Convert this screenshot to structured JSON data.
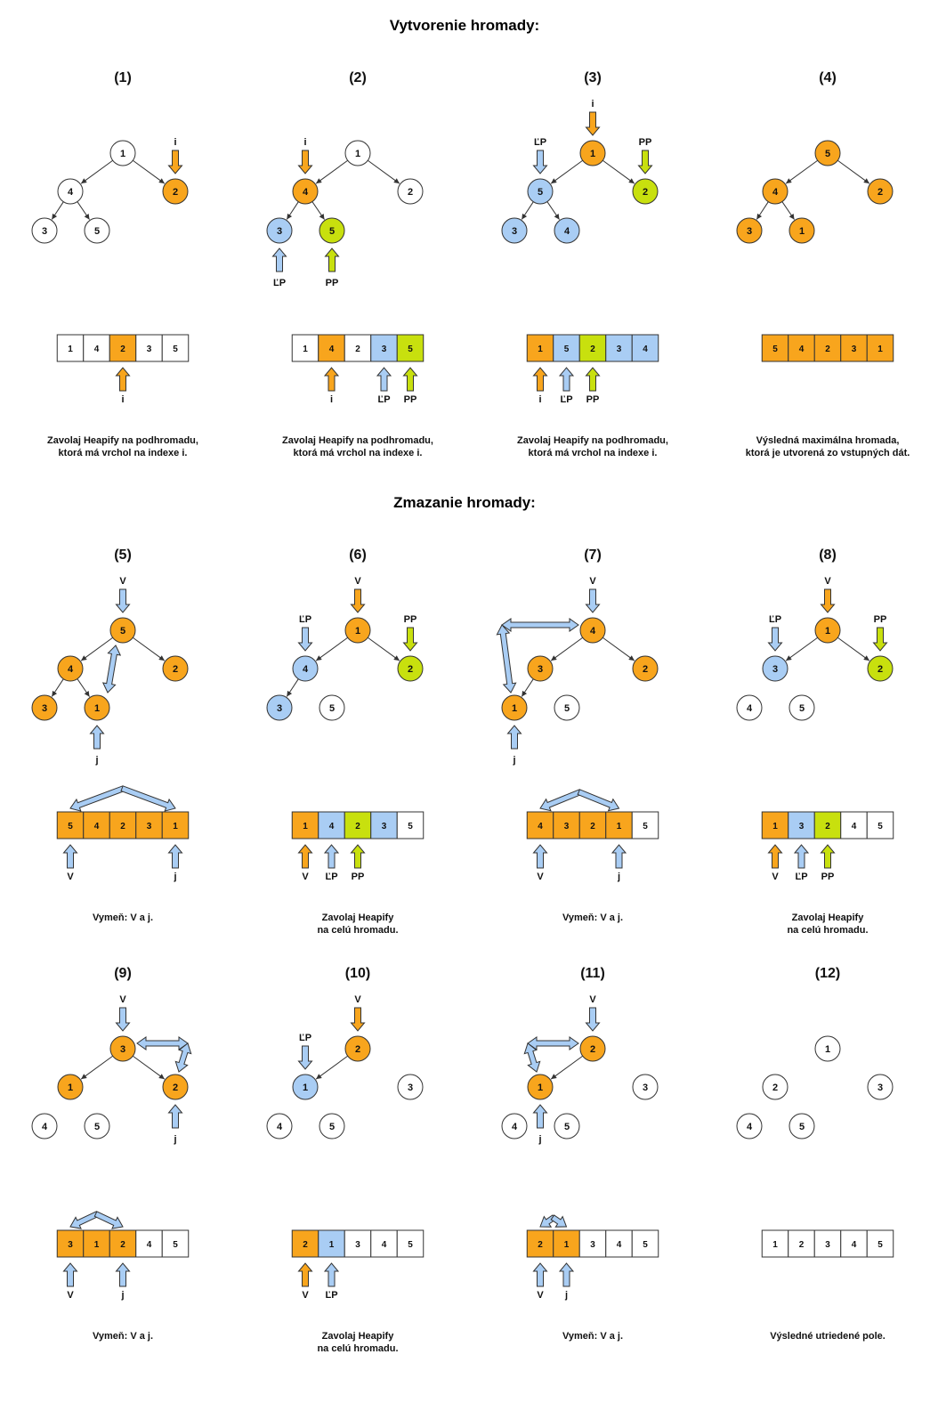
{
  "colors": {
    "orange": "#F8A51D",
    "blue": "#A9CDF4",
    "green": "#C8E00E",
    "white": "#FFFFFF",
    "stroke": "#222222"
  },
  "sections": {
    "build_title": "Vytvorenie hromady:",
    "delete_title": "Zmazanie hromady:"
  },
  "panels": [
    {
      "label": "(1)",
      "caption": [
        "Zavolaj Heapify na podhromadu,",
        "ktorá má vrchol na indexe i."
      ],
      "nodes": [
        "1",
        "4",
        "2",
        "3",
        "5",
        null
      ],
      "node_colors": [
        "w",
        "w",
        "o",
        "w",
        "w",
        null
      ],
      "edges": [
        [
          0,
          1
        ],
        [
          0,
          2
        ],
        [
          1,
          3
        ],
        [
          1,
          4
        ]
      ],
      "tree_arrows": [
        {
          "at": 2,
          "from": "above",
          "color": "o",
          "label": "i"
        }
      ],
      "array": [
        "1",
        "4",
        "2",
        "3",
        "5"
      ],
      "array_colors": [
        "w",
        "w",
        "o",
        "w",
        "w"
      ],
      "array_arrows": [
        {
          "at": 2,
          "color": "o",
          "label": "i"
        }
      ],
      "swaps": []
    },
    {
      "label": "(2)",
      "caption": [
        "Zavolaj Heapify na podhromadu,",
        "ktorá má vrchol na indexe i."
      ],
      "nodes": [
        "1",
        "4",
        "2",
        "3",
        "5",
        null
      ],
      "node_colors": [
        "w",
        "o",
        "w",
        "b",
        "g",
        null
      ],
      "edges": [
        [
          0,
          1
        ],
        [
          0,
          2
        ],
        [
          1,
          3
        ],
        [
          1,
          4
        ]
      ],
      "tree_arrows": [
        {
          "at": 1,
          "from": "above",
          "color": "o",
          "label": "i"
        },
        {
          "at": 3,
          "from": "below",
          "color": "b",
          "label": "ĽP"
        },
        {
          "at": 4,
          "from": "below",
          "color": "g",
          "label": "PP"
        }
      ],
      "array": [
        "1",
        "4",
        "2",
        "3",
        "5"
      ],
      "array_colors": [
        "w",
        "o",
        "w",
        "b",
        "g"
      ],
      "array_arrows": [
        {
          "at": 1,
          "color": "o",
          "label": "i"
        },
        {
          "at": 3,
          "color": "b",
          "label": "ĽP"
        },
        {
          "at": 4,
          "color": "g",
          "label": "PP"
        }
      ],
      "swaps": []
    },
    {
      "label": "(3)",
      "caption": [
        "Zavolaj Heapify na podhromadu,",
        "ktorá má vrchol na indexe i."
      ],
      "nodes": [
        "1",
        "5",
        "2",
        "3",
        "4",
        null
      ],
      "node_colors": [
        "o",
        "b",
        "g",
        "b",
        "b",
        null
      ],
      "edges": [
        [
          0,
          1
        ],
        [
          0,
          2
        ],
        [
          1,
          3
        ],
        [
          1,
          4
        ]
      ],
      "tree_arrows": [
        {
          "at": 0,
          "from": "above",
          "color": "o",
          "label": "i"
        },
        {
          "at": 1,
          "from": "above",
          "color": "b",
          "label": "ĽP"
        },
        {
          "at": 2,
          "from": "above",
          "color": "g",
          "label": "PP"
        }
      ],
      "array": [
        "1",
        "5",
        "2",
        "3",
        "4"
      ],
      "array_colors": [
        "o",
        "b",
        "g",
        "b",
        "b"
      ],
      "array_arrows": [
        {
          "at": 0,
          "color": "o",
          "label": "i"
        },
        {
          "at": 1,
          "color": "b",
          "label": "ĽP"
        },
        {
          "at": 2,
          "color": "g",
          "label": "PP"
        }
      ],
      "swaps": []
    },
    {
      "label": "(4)",
      "caption": [
        "Výsledná maximálna hromada,",
        "ktorá je utvorená zo vstupných dát."
      ],
      "nodes": [
        "5",
        "4",
        "2",
        "3",
        "1",
        null
      ],
      "node_colors": [
        "o",
        "o",
        "o",
        "o",
        "o",
        null
      ],
      "edges": [
        [
          0,
          1
        ],
        [
          0,
          2
        ],
        [
          1,
          3
        ],
        [
          1,
          4
        ]
      ],
      "tree_arrows": [],
      "array": [
        "5",
        "4",
        "2",
        "3",
        "1"
      ],
      "array_colors": [
        "o",
        "o",
        "o",
        "o",
        "o"
      ],
      "array_arrows": [],
      "swaps": []
    },
    {
      "label": "(5)",
      "caption": [
        "Vymeň: V a j."
      ],
      "nodes": [
        "5",
        "4",
        "2",
        "3",
        "1",
        null
      ],
      "node_colors": [
        "o",
        "o",
        "o",
        "o",
        "o",
        null
      ],
      "edges": [
        [
          0,
          1
        ],
        [
          0,
          2
        ],
        [
          1,
          3
        ],
        [
          1,
          4
        ]
      ],
      "tree_arrows": [
        {
          "at": 0,
          "from": "above",
          "color": "b",
          "label": "V"
        },
        {
          "at": 4,
          "from": "below",
          "color": "b",
          "label": "j"
        }
      ],
      "tree_swap": [
        0,
        4
      ],
      "array": [
        "5",
        "4",
        "2",
        "3",
        "1"
      ],
      "array_colors": [
        "o",
        "o",
        "o",
        "o",
        "o"
      ],
      "array_arrows": [
        {
          "at": 0,
          "color": "b",
          "label": "V"
        },
        {
          "at": 4,
          "color": "b",
          "label": "j"
        }
      ],
      "swaps": [
        [
          0,
          4
        ]
      ]
    },
    {
      "label": "(6)",
      "caption": [
        "Zavolaj Heapify",
        "na celú hromadu."
      ],
      "nodes": [
        "1",
        "4",
        "2",
        "3",
        "5",
        null
      ],
      "node_colors": [
        "o",
        "b",
        "g",
        "b",
        "w",
        null
      ],
      "edges": [
        [
          0,
          1
        ],
        [
          0,
          2
        ],
        [
          1,
          3
        ]
      ],
      "tree_arrows": [
        {
          "at": 0,
          "from": "above",
          "color": "o",
          "label": "V"
        },
        {
          "at": 1,
          "from": "above",
          "color": "b",
          "label": "ĽP"
        },
        {
          "at": 2,
          "from": "above",
          "color": "g",
          "label": "PP"
        }
      ],
      "array": [
        "1",
        "4",
        "2",
        "3",
        "5"
      ],
      "array_colors": [
        "o",
        "b",
        "g",
        "b",
        "w"
      ],
      "array_arrows": [
        {
          "at": 0,
          "color": "o",
          "label": "V"
        },
        {
          "at": 1,
          "color": "b",
          "label": "ĽP"
        },
        {
          "at": 2,
          "color": "g",
          "label": "PP"
        }
      ],
      "swaps": []
    },
    {
      "label": "(7)",
      "caption": [
        "Vymeň: V a j."
      ],
      "nodes": [
        "4",
        "3",
        "2",
        "1",
        "5",
        null
      ],
      "node_colors": [
        "o",
        "o",
        "o",
        "o",
        "w",
        null
      ],
      "edges": [
        [
          0,
          1
        ],
        [
          0,
          2
        ],
        [
          1,
          3
        ]
      ],
      "tree_arrows": [
        {
          "at": 0,
          "from": "above",
          "color": "b",
          "label": "V"
        },
        {
          "at": 3,
          "from": "below",
          "color": "b",
          "label": "j"
        }
      ],
      "tree_swap": [
        0,
        3
      ],
      "array": [
        "4",
        "3",
        "2",
        "1",
        "5"
      ],
      "array_colors": [
        "o",
        "o",
        "o",
        "o",
        "w"
      ],
      "array_arrows": [
        {
          "at": 0,
          "color": "b",
          "label": "V"
        },
        {
          "at": 3,
          "color": "b",
          "label": "j"
        }
      ],
      "swaps": [
        [
          0,
          3
        ]
      ]
    },
    {
      "label": "(8)",
      "caption": [
        "Zavolaj Heapify",
        "na celú hromadu."
      ],
      "nodes": [
        "1",
        "3",
        "2",
        "4",
        "5",
        null
      ],
      "node_colors": [
        "o",
        "b",
        "g",
        "w",
        "w",
        null
      ],
      "edges": [
        [
          0,
          1
        ],
        [
          0,
          2
        ]
      ],
      "tree_arrows": [
        {
          "at": 0,
          "from": "above",
          "color": "o",
          "label": "V"
        },
        {
          "at": 1,
          "from": "above",
          "color": "b",
          "label": "ĽP"
        },
        {
          "at": 2,
          "from": "above",
          "color": "g",
          "label": "PP"
        }
      ],
      "array": [
        "1",
        "3",
        "2",
        "4",
        "5"
      ],
      "array_colors": [
        "o",
        "b",
        "g",
        "w",
        "w"
      ],
      "array_arrows": [
        {
          "at": 0,
          "color": "o",
          "label": "V"
        },
        {
          "at": 1,
          "color": "b",
          "label": "ĽP"
        },
        {
          "at": 2,
          "color": "g",
          "label": "PP"
        }
      ],
      "swaps": []
    },
    {
      "label": "(9)",
      "caption": [
        "Vymeň: V a j."
      ],
      "nodes": [
        "3",
        "1",
        "2",
        "4",
        "5",
        null
      ],
      "node_colors": [
        "o",
        "o",
        "o",
        "w",
        "w",
        null
      ],
      "edges": [
        [
          0,
          1
        ],
        [
          0,
          2
        ]
      ],
      "tree_arrows": [
        {
          "at": 0,
          "from": "above",
          "color": "b",
          "label": "V"
        },
        {
          "at": 2,
          "from": "below",
          "color": "b",
          "label": "j"
        }
      ],
      "tree_swap": [
        0,
        2
      ],
      "array": [
        "3",
        "1",
        "2",
        "4",
        "5"
      ],
      "array_colors": [
        "o",
        "o",
        "o",
        "w",
        "w"
      ],
      "array_arrows": [
        {
          "at": 0,
          "color": "b",
          "label": "V"
        },
        {
          "at": 2,
          "color": "b",
          "label": "j"
        }
      ],
      "swaps": [
        [
          0,
          2
        ]
      ]
    },
    {
      "label": "(10)",
      "caption": [
        "Zavolaj Heapify",
        "na celú hromadu."
      ],
      "nodes": [
        "2",
        "1",
        "3",
        "4",
        "5",
        null
      ],
      "node_colors": [
        "o",
        "b",
        "w",
        "w",
        "w",
        null
      ],
      "edges": [
        [
          0,
          1
        ]
      ],
      "tree_arrows": [
        {
          "at": 0,
          "from": "above",
          "color": "o",
          "label": "V"
        },
        {
          "at": 1,
          "from": "above",
          "color": "b",
          "label": "ĽP"
        }
      ],
      "array": [
        "2",
        "1",
        "3",
        "4",
        "5"
      ],
      "array_colors": [
        "o",
        "b",
        "w",
        "w",
        "w"
      ],
      "array_arrows": [
        {
          "at": 0,
          "color": "o",
          "label": "V"
        },
        {
          "at": 1,
          "color": "b",
          "label": "ĽP"
        }
      ],
      "swaps": []
    },
    {
      "label": "(11)",
      "caption": [
        "Vymeň: V a j."
      ],
      "nodes": [
        "2",
        "1",
        "3",
        "4",
        "5",
        null
      ],
      "node_colors": [
        "o",
        "o",
        "w",
        "w",
        "w",
        null
      ],
      "edges": [
        [
          0,
          1
        ]
      ],
      "tree_arrows": [
        {
          "at": 0,
          "from": "above",
          "color": "b",
          "label": "V"
        },
        {
          "at": 1,
          "from": "below",
          "color": "b",
          "label": "j"
        }
      ],
      "tree_swap": [
        0,
        1
      ],
      "array": [
        "2",
        "1",
        "3",
        "4",
        "5"
      ],
      "array_colors": [
        "o",
        "o",
        "w",
        "w",
        "w"
      ],
      "array_arrows": [
        {
          "at": 0,
          "color": "b",
          "label": "V"
        },
        {
          "at": 1,
          "color": "b",
          "label": "j"
        }
      ],
      "swaps": [
        [
          0,
          1
        ]
      ]
    },
    {
      "label": "(12)",
      "caption": [
        "Výsledné utriedené pole."
      ],
      "nodes": [
        "1",
        "2",
        "3",
        "4",
        "5",
        null
      ],
      "node_colors": [
        "w",
        "w",
        "w",
        "w",
        "w",
        null
      ],
      "edges": [],
      "tree_arrows": [],
      "array": [
        "1",
        "2",
        "3",
        "4",
        "5"
      ],
      "array_colors": [
        "w",
        "w",
        "w",
        "w",
        "w"
      ],
      "array_arrows": [],
      "swaps": []
    }
  ]
}
